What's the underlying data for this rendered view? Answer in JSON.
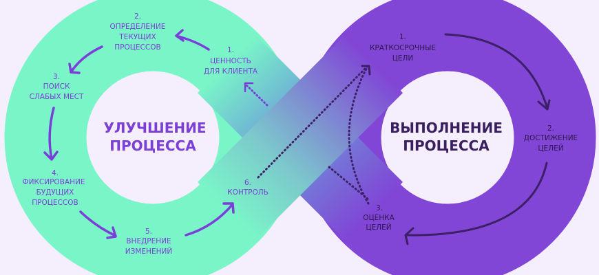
{
  "colors": {
    "background": "#f5eefc",
    "green": "#7af5c8",
    "purple": "#8146d6",
    "left_text": "#7b3fd6",
    "right_text": "#2e1650"
  },
  "left_loop": {
    "title": [
      "УЛУЧШЕНИЕ",
      "ПРОЦЕССА"
    ],
    "steps": [
      {
        "num": "1.",
        "lines": [
          "ЦЕННОСТЬ",
          "ДЛЯ КЛИЕНТА"
        ]
      },
      {
        "num": "2.",
        "lines": [
          "ОПРЕДЕЛЕНИЕ",
          "ТЕКУЩИХ",
          "ПРОЦЕССОВ"
        ]
      },
      {
        "num": "3.",
        "lines": [
          "ПОИСК",
          "СЛАБЫХ МЕСТ"
        ]
      },
      {
        "num": "4.",
        "lines": [
          "ФИКСИРОВАНИЕ",
          "БУДУЩИХ",
          "ПРОЦЕССОВ"
        ]
      },
      {
        "num": "5.",
        "lines": [
          "ВНЕДРЕНИЕ",
          "ИЗМЕНЕНИЙ"
        ]
      },
      {
        "num": "6.",
        "lines": [
          "КОНТРОЛЬ"
        ]
      }
    ]
  },
  "right_loop": {
    "title": [
      "ВЫПОЛНЕНИЕ",
      "ПРОЦЕССА"
    ],
    "steps": [
      {
        "num": "1.",
        "lines": [
          "КРАТКОСРОЧНЫЕ",
          "ЦЕЛИ"
        ]
      },
      {
        "num": "2.",
        "lines": [
          "ДОСТИЖЕНИЕ",
          "ЦЕЛЕЙ"
        ]
      },
      {
        "num": "3.",
        "lines": [
          "ОЦЕНКА",
          "ЦЕЛЕЙ"
        ]
      }
    ]
  }
}
